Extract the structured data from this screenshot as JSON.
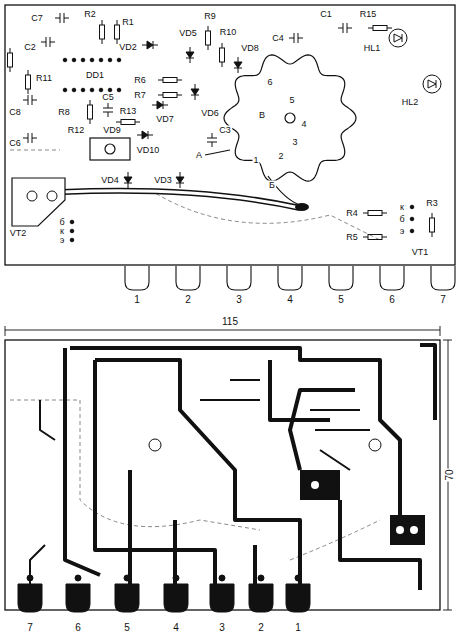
{
  "diagram": {
    "labels": [
      "C7",
      "R2",
      "R1",
      "C2",
      "VD2",
      "VD5",
      "R9",
      "R10",
      "VD8",
      "C4",
      "C1",
      "R15",
      "HL1",
      "R11",
      "DD1",
      "R6",
      "R7",
      "HL2",
      "C5",
      "R8",
      "R13",
      "VD7",
      "VD6",
      "C8",
      "C3",
      "R12",
      "VD9",
      "C6",
      "VD10",
      "А",
      "В",
      "6",
      "5",
      "4",
      "3",
      "2",
      "1",
      "Б",
      "VD4",
      "VD3",
      "VT2",
      "б",
      "к",
      "э",
      "R4",
      "к",
      "б",
      "э",
      "R3",
      "R5",
      "VT1",
      "1",
      "2",
      "3",
      "4",
      "5",
      "6",
      "7",
      "115",
      "70",
      "7",
      "6",
      "5",
      "4",
      "3",
      "2",
      "1"
    ]
  }
}
